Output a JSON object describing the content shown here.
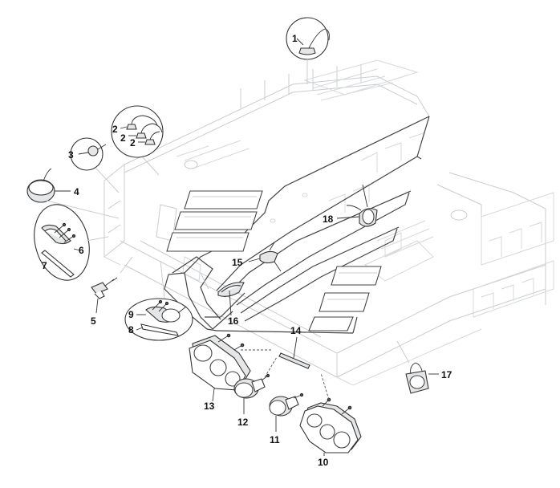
{
  "callouts": [
    {
      "id": "callout-1",
      "text": "1"
    },
    {
      "id": "callout-2a",
      "text": "2"
    },
    {
      "id": "callout-2b",
      "text": "2"
    },
    {
      "id": "callout-2c",
      "text": "2"
    },
    {
      "id": "callout-3",
      "text": "3"
    },
    {
      "id": "callout-4",
      "text": "4"
    },
    {
      "id": "callout-5",
      "text": "5"
    },
    {
      "id": "callout-6",
      "text": "6"
    },
    {
      "id": "callout-7",
      "text": "7"
    },
    {
      "id": "callout-8",
      "text": "8"
    },
    {
      "id": "callout-9",
      "text": "9"
    },
    {
      "id": "callout-10",
      "text": "10"
    },
    {
      "id": "callout-11",
      "text": "11"
    },
    {
      "id": "callout-12",
      "text": "12"
    },
    {
      "id": "callout-13",
      "text": "13"
    },
    {
      "id": "callout-14",
      "text": "14"
    },
    {
      "id": "callout-15",
      "text": "15"
    },
    {
      "id": "callout-16",
      "text": "16"
    },
    {
      "id": "callout-17",
      "text": "17"
    },
    {
      "id": "callout-18",
      "text": "18"
    }
  ]
}
